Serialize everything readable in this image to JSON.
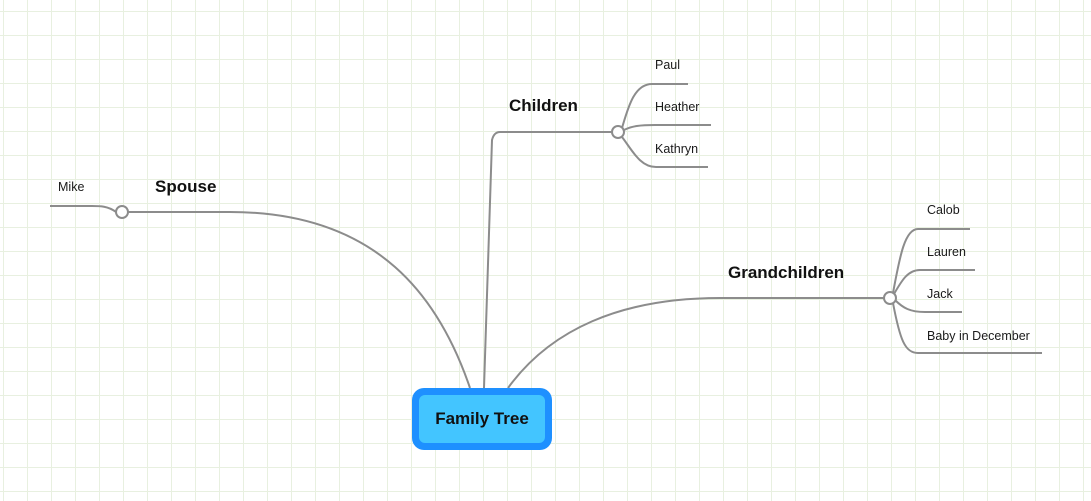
{
  "root": {
    "label": "Family Tree",
    "colors": {
      "border": "#1e90ff",
      "fill": "#43c5ff"
    }
  },
  "branches": [
    {
      "label": "Spouse",
      "children": [
        "Mike"
      ]
    },
    {
      "label": "Children",
      "children": [
        "Paul",
        "Heather",
        "Kathryn"
      ]
    },
    {
      "label": "Grandchildren",
      "children": [
        "Calob",
        "Lauren",
        "Jack",
        "Baby in December"
      ]
    }
  ],
  "colors": {
    "line": "#8c8c8c",
    "grid": "#e8f0e0"
  }
}
